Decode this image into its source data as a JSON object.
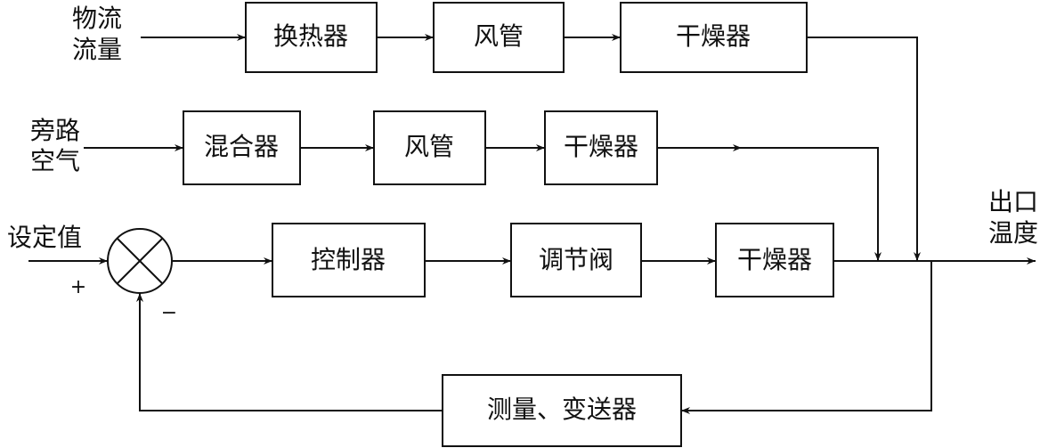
{
  "inputs": {
    "flow_line1": "物流",
    "flow_line2": "流量",
    "bypass_line1": "旁路",
    "bypass_line2": "空气",
    "setpoint": "设定值"
  },
  "output": {
    "line1": "出口",
    "line2": "温度"
  },
  "row1": {
    "heat_exchanger": "换热器",
    "duct": "风管",
    "dryer": "干燥器"
  },
  "row2": {
    "mixer": "混合器",
    "duct": "风管",
    "dryer": "干燥器"
  },
  "row3": {
    "controller": "控制器",
    "valve": "调节阀",
    "dryer": "干燥器"
  },
  "feedback": {
    "transmitter": "测量、变送器"
  },
  "summing": {
    "plus": "+",
    "minus": "−"
  }
}
